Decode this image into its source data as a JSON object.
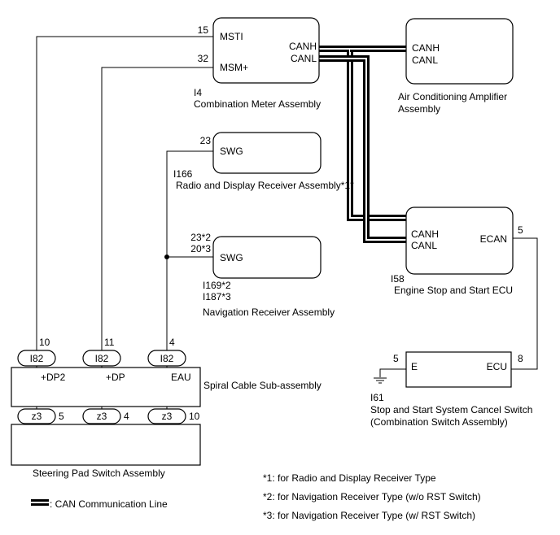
{
  "components": {
    "meter": {
      "ref": "I4",
      "name": "Combination Meter Assembly",
      "pins": {
        "msti": "MSTI",
        "msm": "MSM+",
        "canh": "CANH",
        "canl": "CANL"
      },
      "pin_numbers": {
        "msti": "15",
        "msm": "32"
      }
    },
    "ac_amp": {
      "name_line1": "Air Conditioning Amplifier",
      "name_line2": "Assembly",
      "pins": {
        "canh": "CANH",
        "canl": "CANL"
      }
    },
    "radio": {
      "ref": "I166",
      "name": "Radio and Display Receiver Assembly*1*",
      "pin": "SWG",
      "pin_number": "23"
    },
    "nav": {
      "ref1": "I169*2",
      "ref2": "I187*3",
      "name": "Navigation Receiver Assembly",
      "pin": "SWG",
      "pin_number1": "23*2",
      "pin_number2": "20*3"
    },
    "engine_ecu": {
      "ref": "I58",
      "name": "Engine Stop and Start ECU",
      "pins": {
        "canh": "CANH",
        "canl": "CANL",
        "ecan": "ECAN"
      },
      "pin_numbers": {
        "ecan": "5"
      }
    },
    "cancel_switch": {
      "ref": "I61",
      "name_line1": "Stop and Start System Cancel Switch",
      "name_line2": "(Combination Switch Assembly)",
      "pins": {
        "e": "E",
        "ecu": "ECU"
      },
      "pin_numbers": {
        "e": "5",
        "ecu": "8"
      }
    },
    "spiral_cable": {
      "name": "Spiral Cable Sub-assembly",
      "connector_top": "I82",
      "connector_bottom": "z3",
      "pins": {
        "dp2": "+DP2",
        "dp": "+DP",
        "eau": "EAU"
      },
      "top_pin_numbers": {
        "dp2": "10",
        "dp": "11",
        "eau": "4"
      },
      "bottom_pin_numbers": {
        "dp2": "5",
        "dp": "4",
        "eau": "10"
      }
    },
    "steering_pad": {
      "name": "Steering Pad Switch Assembly"
    }
  },
  "notes": {
    "note1": "*1: for Radio and Display Receiver Type",
    "note2": "*2: for Navigation Receiver Type (w/o RST Switch)",
    "note3": "*3: for Navigation Receiver Type (w/ RST Switch)"
  },
  "legend": {
    "can_line": ": CAN Communication Line"
  }
}
